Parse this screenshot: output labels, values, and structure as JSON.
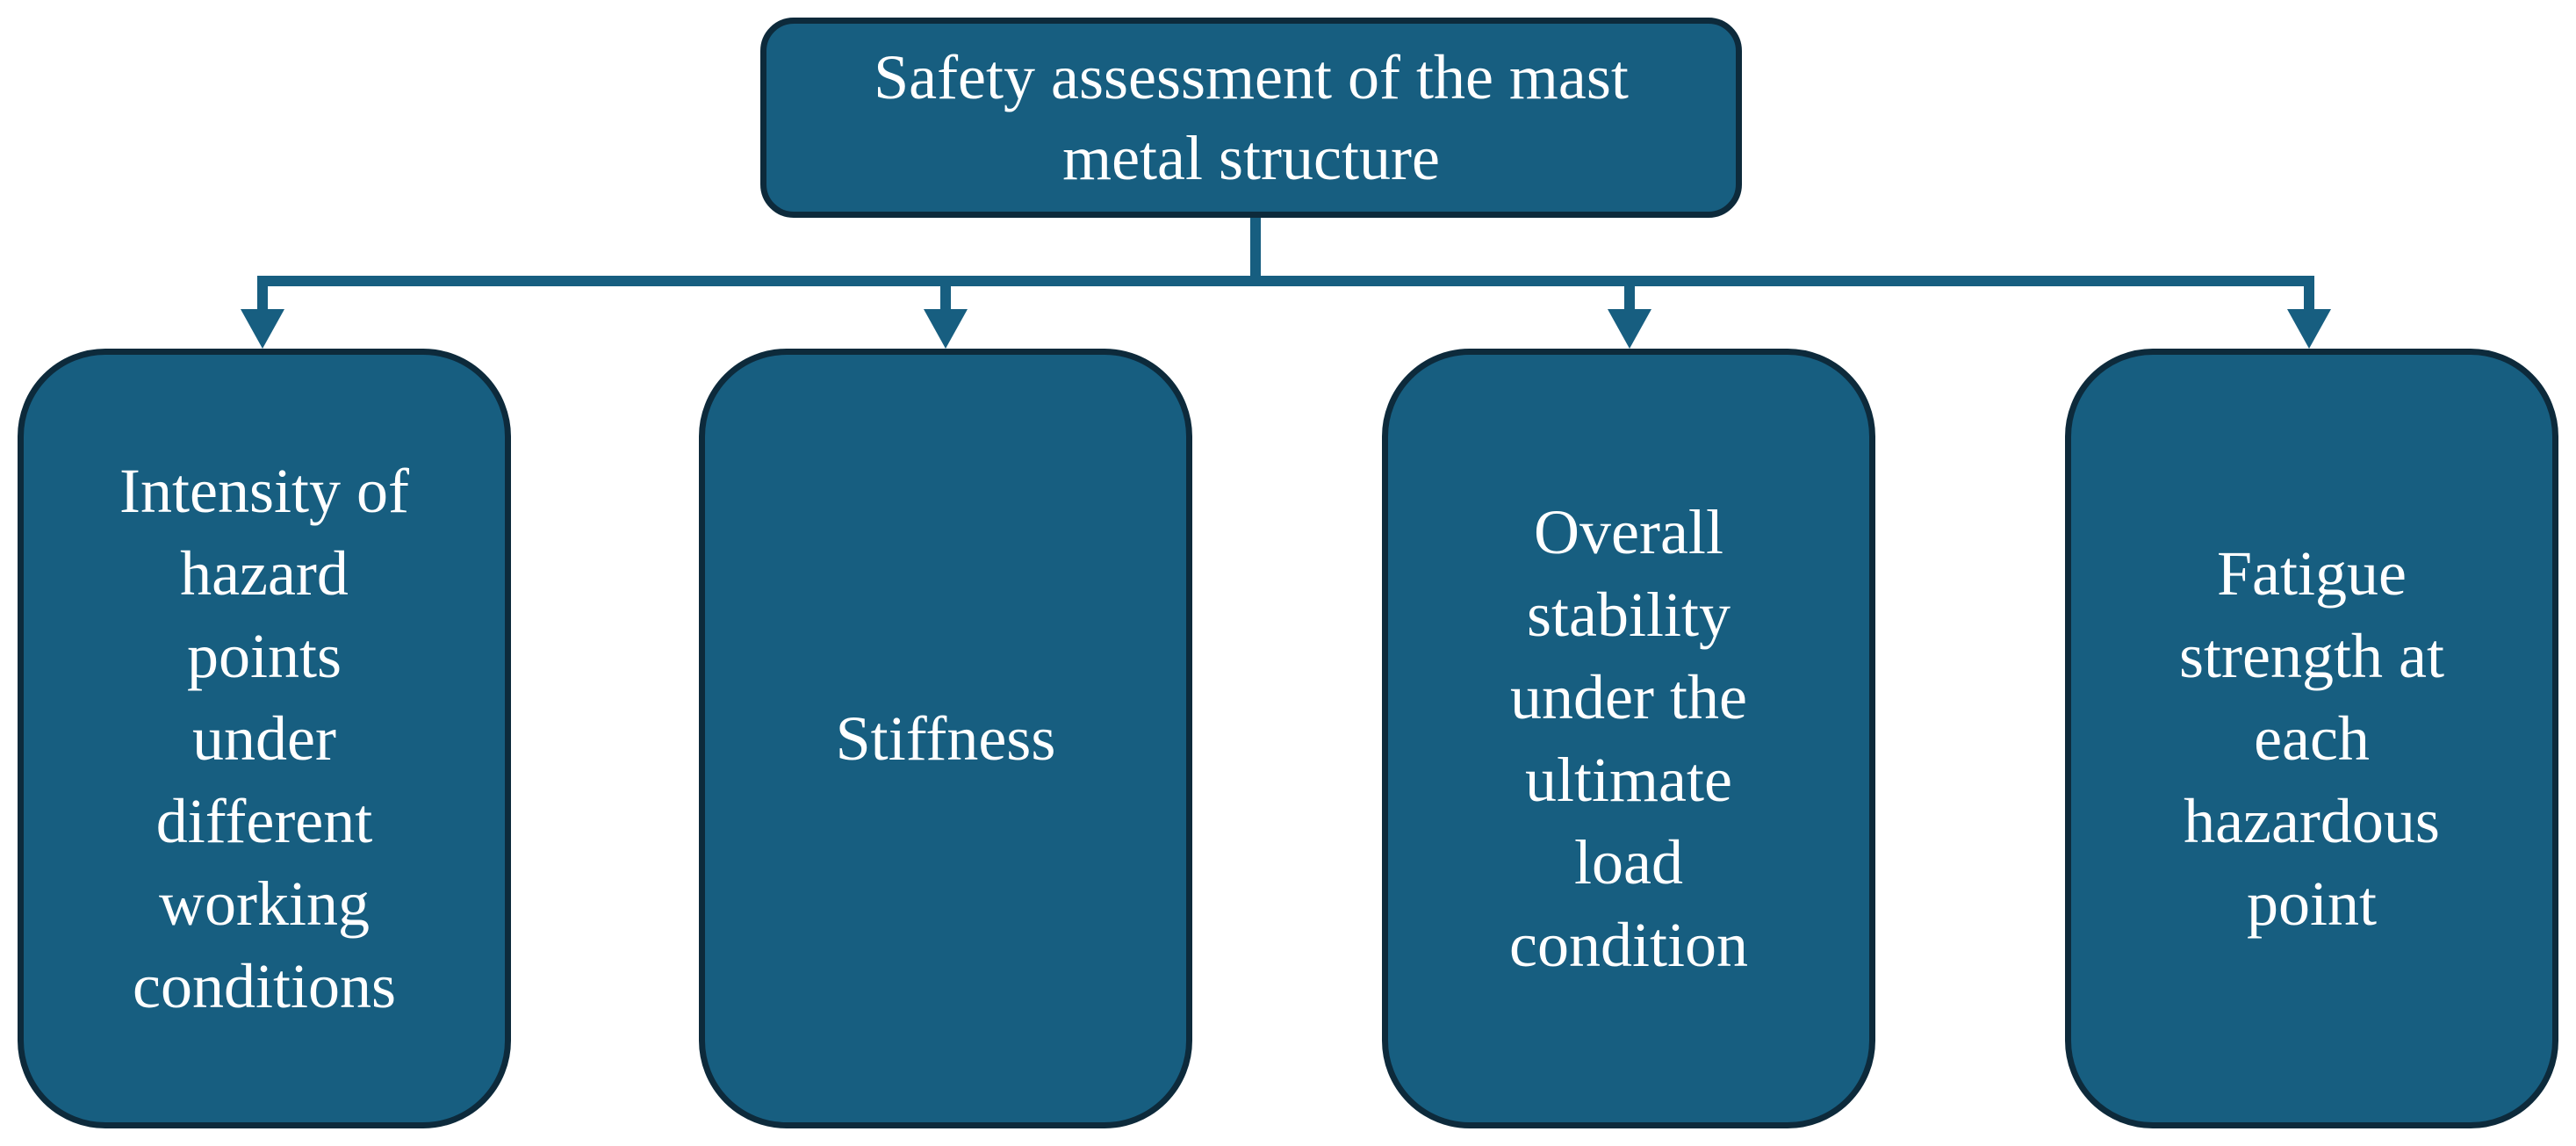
{
  "diagram": {
    "root": {
      "lines": [
        "Safety assessment of the mast",
        "metal structure"
      ]
    },
    "children": [
      {
        "lines": [
          "Intensity of",
          "hazard",
          "points",
          "under",
          "different",
          "working",
          "conditions"
        ]
      },
      {
        "lines": [
          "Stiffness"
        ]
      },
      {
        "lines": [
          "Overall",
          "stability",
          "under the",
          "ultimate",
          "load",
          "condition"
        ]
      },
      {
        "lines": [
          "Fatigue",
          "strength at",
          "each",
          "hazardous",
          "point"
        ]
      }
    ],
    "colors": {
      "box_fill": "#175e80",
      "box_border": "#0d2a3b",
      "connector": "#175e80",
      "text": "#ffffff"
    }
  }
}
